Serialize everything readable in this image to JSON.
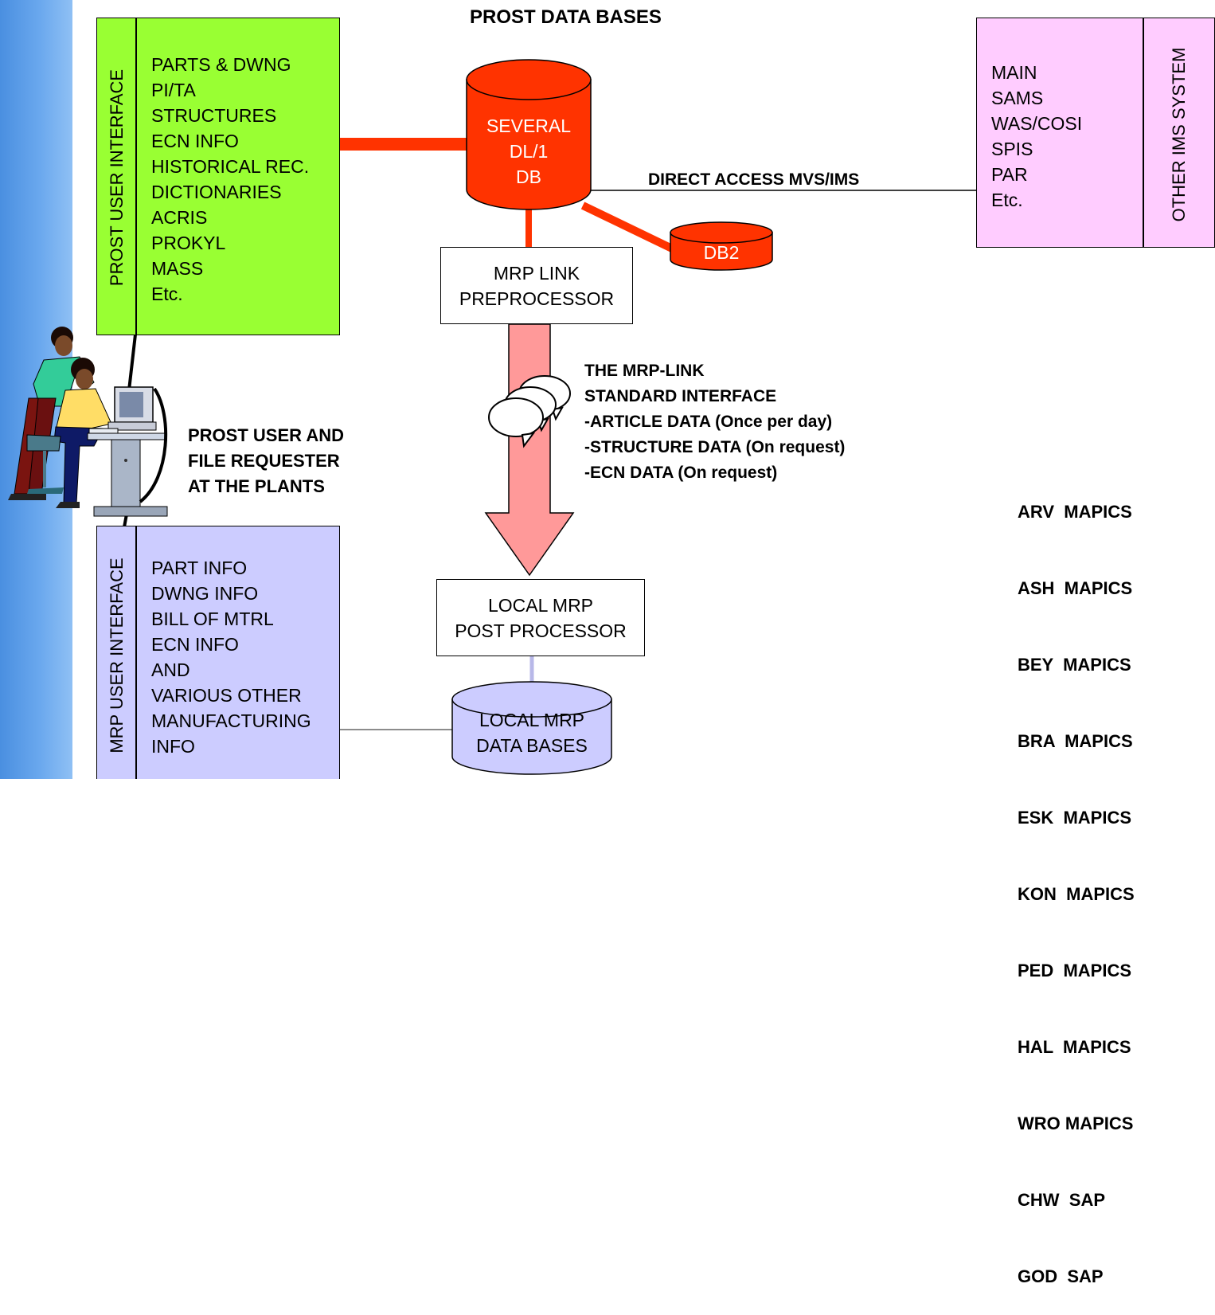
{
  "title": "PROST DATA BASES",
  "prost_ui": {
    "side_label": "PROST USER INTERFACE",
    "items": [
      "PARTS & DWNG",
      "PI/TA",
      "STRUCTURES",
      "ECN INFO",
      "HISTORICAL REC.",
      "DICTIONARIES",
      "ACRIS",
      "PROKYL",
      "MASS",
      "Etc."
    ]
  },
  "dl1_db": {
    "line1": "SEVERAL",
    "line2": "DL/1",
    "line3": "DB"
  },
  "db2": {
    "label": "DB2"
  },
  "direct_access_label": "DIRECT ACCESS MVS/IMS",
  "ims_system": {
    "side_label": "OTHER IMS SYSTEM",
    "items": [
      "MAIN",
      "SAMS",
      "WAS/COSI",
      "SPIS",
      "PAR",
      "Etc."
    ]
  },
  "preprocessor": {
    "line1": "MRP LINK",
    "line2": "PREPROCESSOR"
  },
  "standard_interface": {
    "lines": [
      "THE MRP-LINK",
      "STANDARD INTERFACE",
      "-ARTICLE DATA (Once per day)",
      "-STRUCTURE DATA (On request)",
      "-ECN DATA (On request)"
    ]
  },
  "user_label": {
    "lines": [
      "PROST USER AND",
      "FILE REQUESTER",
      "AT THE PLANTS"
    ]
  },
  "postprocessor": {
    "line1": "LOCAL MRP",
    "line2": "POST PROCESSOR"
  },
  "local_db": {
    "line1": "LOCAL MRP",
    "line2": "DATA BASES"
  },
  "mrp_ui": {
    "side_label": "MRP USER INTERFACE",
    "items": [
      "PART INFO",
      "DWNG INFO",
      "BILL OF MTRL",
      "ECN INFO",
      "AND",
      "VARIOUS OTHER",
      "MANUFACTURING",
      "INFO"
    ]
  },
  "plants": [
    "ARV  MAPICS",
    "ASH  MAPICS",
    "BEY  MAPICS",
    "BRA  MAPICS",
    "ESK  MAPICS",
    "KON  MAPICS",
    "PED  MAPICS",
    "HAL  MAPICS",
    "WRO MAPICS",
    "CHW  SAP",
    "GOD  SAP"
  ],
  "colors": {
    "prost_green": "#99ff33",
    "db_red": "#ff3300",
    "ims_pink": "#ffccff",
    "mrp_lavender": "#ccccff",
    "arrow_pink": "#ff9999",
    "sidebar_blue": "#5b9be8"
  }
}
